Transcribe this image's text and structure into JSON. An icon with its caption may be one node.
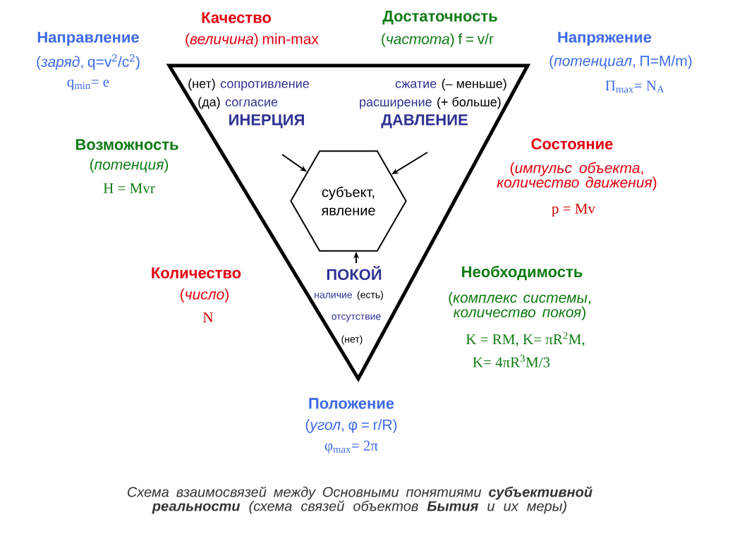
{
  "diagram": {
    "caption": "Схема взаимосвязей между Основными понятиями **субъективной реальности** (схема связей объектов **Бытия** и их меры)",
    "nodes": [
      {
        "text": [
          "(нет)",
          "сопротивление",
          "сжатие",
          "(– меньше)",
          "(да)",
          "согласие",
          "расширение",
          "(+ больше)",
          "ИНЕРЦИЯ",
          "ДАВЛЕНИЕ",
          "ПОКОЙ",
          "наличие",
          "(есть)",
          "отсутствие",
          "(нет)"
        ]
      },
      {
        "text": [
          "субъект, явление"
        ],
        "in": 0
      }
    ],
    "edges": [
      {
        "from": null,
        "to": 1,
        "arrow": "to"
      },
      {
        "from": null,
        "to": 1,
        "arrow": "to"
      },
      {
        "from": null,
        "to": 1,
        "arrow": "to"
      }
    ],
    "labels": [
      "Качество",
      "(*величина*) min-max",
      "Достаточность",
      "(*частота*) f = v/r",
      "Направление",
      "(*заряд*, q=v$^{2}$/c$^{2}$)",
      "q$_{min}$= e",
      "Напряжение",
      "(*потенциал*, Π=M/m)",
      "Π$_{max}$= N$_{A}$",
      "Возможность",
      "(*потенция*)",
      "H = Mvr",
      "Состояние",
      "(*импульс объекта*, *количество движения*)",
      "p = Mv",
      "Количество",
      "(*число*)",
      "N",
      "Необходимость",
      "(*комплекс системы*, *количество покоя*)",
      "K = RM, K= πR$^{2}$M,",
      "K= 4πR$^{3}$M/3",
      "Положение",
      "(*угол*, φ = r/R)",
      "φ$_{max}$= 2π"
    ]
  }
}
